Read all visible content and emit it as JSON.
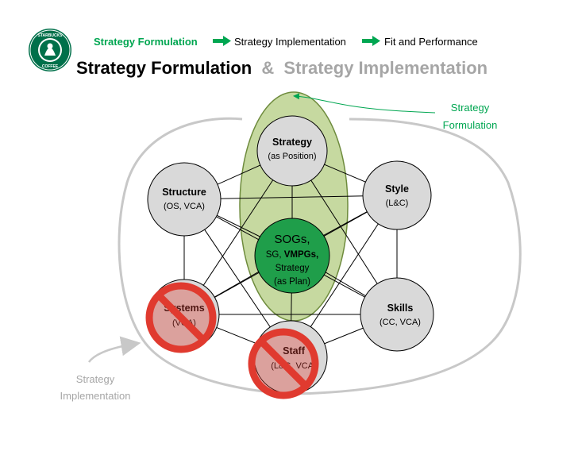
{
  "breadcrumb": {
    "step1": "Strategy Formulation",
    "step2": "Strategy Implementation",
    "step3": "Fit and Performance"
  },
  "title": {
    "part1": "Strategy Formulation",
    "connector": "&",
    "part2": "Strategy Implementation"
  },
  "logo": {
    "text_top": "STARBUCKS",
    "text_bottom": "COFFEE"
  },
  "callouts": {
    "formulation_line1": "Strategy",
    "formulation_line2": "Formulation",
    "implementation_line1": "Strategy",
    "implementation_line2": "Implementation"
  },
  "nodes": {
    "strategy": {
      "title": "Strategy",
      "sub": "(as Position)"
    },
    "structure": {
      "title": "Structure",
      "sub": "(OS, VCA)"
    },
    "style": {
      "title": "Style",
      "sub": "(L&C)"
    },
    "center": {
      "title": "SOGs,",
      "line2_prefix": "SG, ",
      "line2_bold": "VMPGs,",
      "line3": "Strategy",
      "line4": "(as Plan)"
    },
    "systems": {
      "title": "Systems",
      "sub": "(VCA)"
    },
    "skills": {
      "title": "Skills",
      "sub": "(CC, VCA)"
    },
    "staff": {
      "title": "Staff",
      "sub": "(L&C, VCA)"
    }
  },
  "colors": {
    "accent_green": "#00a651",
    "oval_fill": "#c6d9a0",
    "oval_stroke": "#6e8b3d",
    "center_fill": "#1f9e4a",
    "node_fill": "#d9d9d9",
    "title_gray": "#a6a6a6",
    "blocked_red": "#e03a2f"
  },
  "icons": {
    "arrow": "right-arrow-icon",
    "blocked": "prohibited-icon",
    "logo": "starbucks-logo"
  }
}
